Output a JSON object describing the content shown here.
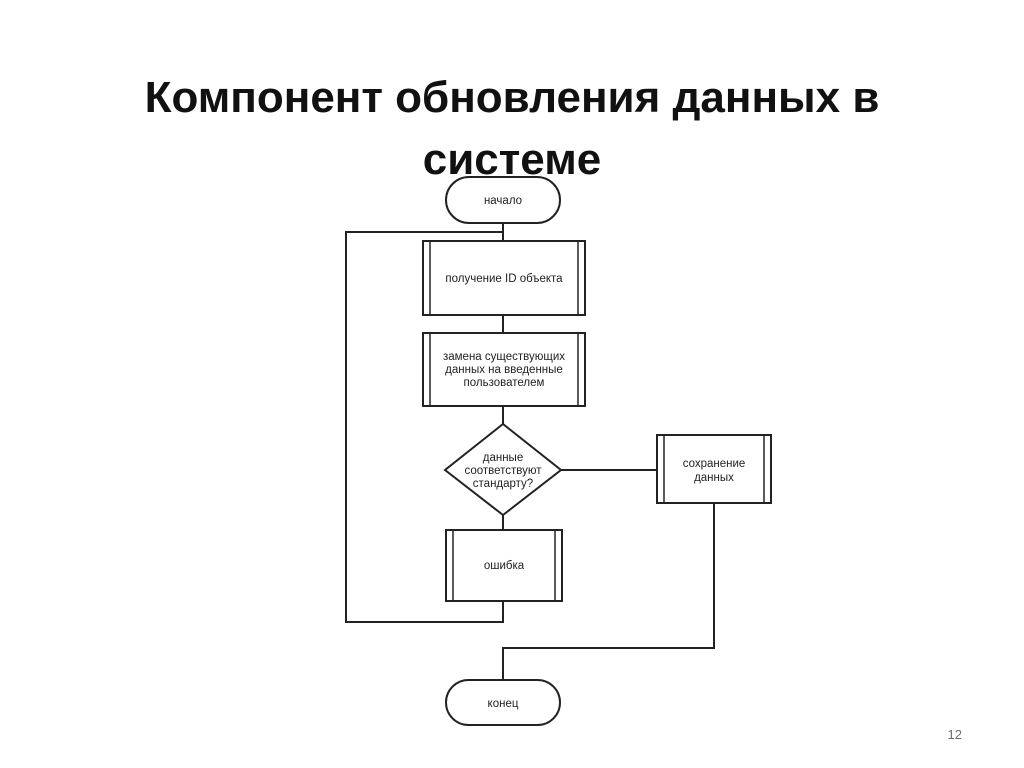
{
  "slide": {
    "title_line1": "Компонент обновления данных в",
    "title_line2": "системе",
    "page_number": "12"
  },
  "flowchart": {
    "start": "начало",
    "step_get_id": "получение ID объекта",
    "step_replace_line1": "замена существующих",
    "step_replace_line2": "данных на введенные",
    "step_replace_line3": "пользователем",
    "decision_line1": "данные",
    "decision_line2": "соответствуют",
    "decision_line3": "стандарту?",
    "step_save_line1": "сохранение",
    "step_save_line2": "данных",
    "step_error": "ошибка",
    "end": "конец"
  }
}
